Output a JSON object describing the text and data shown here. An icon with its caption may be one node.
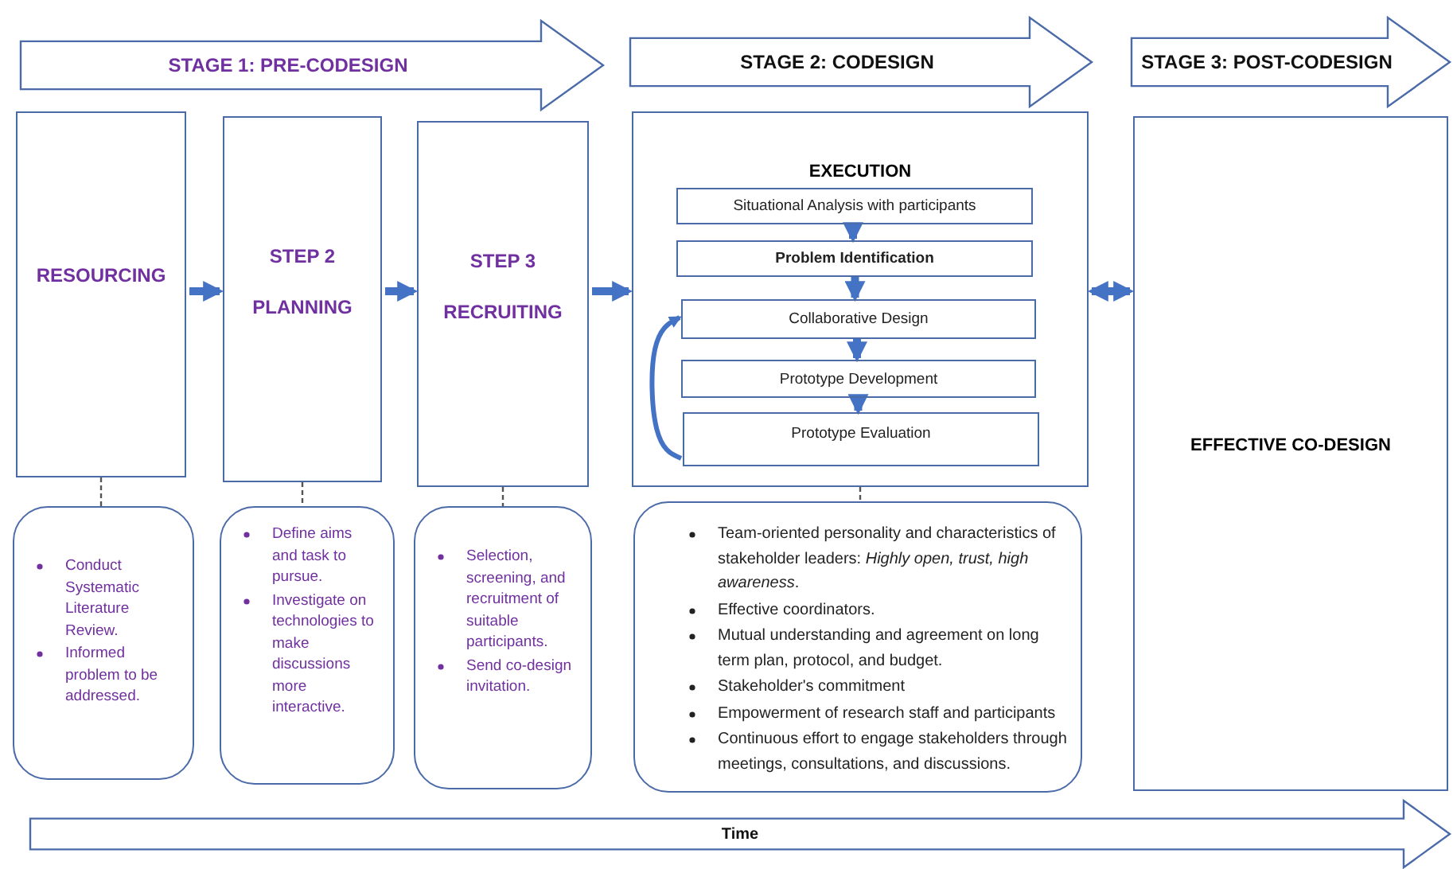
{
  "diagram": {
    "nodes": [
      {
        "text": [
          "STAGE 1: PRE-CODESIGN"
        ]
      },
      {
        "text": [
          "STAGE 2: CODESIGN"
        ]
      },
      {
        "text": [
          "STAGE 3: POST-CODESIGN"
        ]
      },
      {
        "text": [
          "RESOURCING"
        ]
      },
      {
        "text": [
          "STEP 2",
          "PLANNING"
        ]
      },
      {
        "text": [
          "STEP 3",
          "RECRUITING"
        ]
      },
      {
        "text": [
          "EXECUTION"
        ]
      },
      {
        "text": [
          "Situational Analysis with participants"
        ],
        "in": 6
      },
      {
        "text": [
          "Problem Identification"
        ],
        "in": 6
      },
      {
        "text": [
          "Collaborative Design"
        ],
        "in": 6
      },
      {
        "text": [
          "Prototype Development"
        ],
        "in": 6
      },
      {
        "text": [
          "Prototype Evaluation"
        ],
        "in": 6
      },
      {
        "text": [
          "EFFECTIVE CO-DESIGN"
        ]
      },
      {
        "text": [
          "Conduct Systematic Literature Review.",
          "Informed problem to be addressed."
        ]
      },
      {
        "text": [
          "Define aims and task to pursue.",
          "Investigate on technologies to make discussions more interactive."
        ]
      },
      {
        "text": [
          "Selection, screening, and recruitment of suitable participants.",
          "Send co-design invitation."
        ]
      },
      {
        "text": [
          "Team-oriented personality and characteristics of stakeholder leaders: *Highly open, trust, high awareness*.",
          "Effective coordinators.",
          "Mutual understanding and agreement on long term plan, protocol, and budget.",
          "Stakeholder's commitment",
          "Empowerment of research staff and participants",
          "Continuous effort to engage stakeholders through meetings, consultations, and discussions."
        ]
      },
      {
        "text": [
          "Time"
        ]
      }
    ],
    "edges": [
      {
        "from": 3,
        "to": 4,
        "arrow": "to"
      },
      {
        "from": 4,
        "to": 5,
        "arrow": "to"
      },
      {
        "from": 5,
        "to": 6,
        "arrow": "to"
      },
      {
        "from": 6,
        "to": 12,
        "arrow": "both"
      },
      {
        "from": 7,
        "to": 8,
        "arrow": "to"
      },
      {
        "from": 8,
        "to": 9,
        "arrow": "to"
      },
      {
        "from": 9,
        "to": 10,
        "arrow": "to"
      },
      {
        "from": 10,
        "to": 11,
        "arrow": "to"
      },
      {
        "from": 11,
        "to": 9,
        "arrow": "to"
      },
      {
        "from": 3,
        "to": 13,
        "arrow": "none",
        "style": "dashed",
        "color": "#555555"
      },
      {
        "from": 4,
        "to": 14,
        "arrow": "none",
        "style": "dashed",
        "color": "#555555"
      },
      {
        "from": 5,
        "to": 15,
        "arrow": "none",
        "style": "dashed",
        "color": "#555555"
      },
      {
        "from": 6,
        "to": 16,
        "arrow": "none",
        "style": "dashed",
        "color": "#555555"
      }
    ]
  }
}
